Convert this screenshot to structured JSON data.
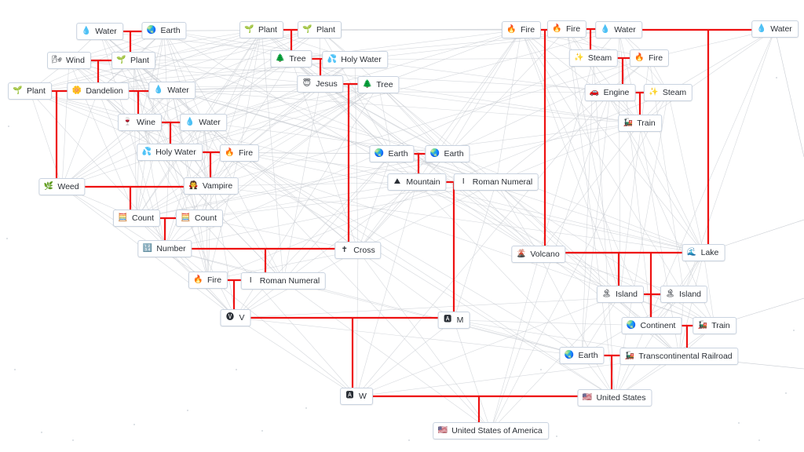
{
  "colors": {
    "background": "#ffffff",
    "connection_line": "#c8ccd2",
    "recipe_line": "#ee1111",
    "node_border": "#c9d3e0"
  },
  "nodes": [
    {
      "id": "water1",
      "label": "Water",
      "icon": "water-drop-icon",
      "glyph": "💧"
    },
    {
      "id": "earth1",
      "label": "Earth",
      "icon": "earth-globe-icon",
      "glyph": "🌏"
    },
    {
      "id": "plant1",
      "label": "Plant",
      "icon": "seedling-icon",
      "glyph": "🌱"
    },
    {
      "id": "plant2",
      "label": "Plant",
      "icon": "seedling-icon",
      "glyph": "🌱"
    },
    {
      "id": "wind",
      "label": "Wind",
      "icon": "wind-icon",
      "glyph": "🌬"
    },
    {
      "id": "plant3",
      "label": "Plant",
      "icon": "seedling-icon",
      "glyph": "🌱"
    },
    {
      "id": "tree1",
      "label": "Tree",
      "icon": "tree-icon",
      "glyph": "🌲"
    },
    {
      "id": "holywater1",
      "label": "Holy Water",
      "icon": "water-splash-icon",
      "glyph": "💦"
    },
    {
      "id": "plant4",
      "label": "Plant",
      "icon": "seedling-icon",
      "glyph": "🌱"
    },
    {
      "id": "dandelion",
      "label": "Dandelion",
      "icon": "flower-icon",
      "glyph": "🌼"
    },
    {
      "id": "water2",
      "label": "Water",
      "icon": "water-drop-icon",
      "glyph": "💧"
    },
    {
      "id": "jesus",
      "label": "Jesus",
      "icon": "halo-face-icon",
      "glyph": "😇"
    },
    {
      "id": "tree2",
      "label": "Tree",
      "icon": "tree-icon",
      "glyph": "🌲"
    },
    {
      "id": "wine",
      "label": "Wine",
      "icon": "wine-glass-icon",
      "glyph": "🍷"
    },
    {
      "id": "water3",
      "label": "Water",
      "icon": "water-drop-icon",
      "glyph": "💧"
    },
    {
      "id": "holywater2",
      "label": "Holy Water",
      "icon": "water-splash-icon",
      "glyph": "💦"
    },
    {
      "id": "fire1",
      "label": "Fire",
      "icon": "fire-icon",
      "glyph": "🔥"
    },
    {
      "id": "earth2",
      "label": "Earth",
      "icon": "earth-globe-icon",
      "glyph": "🌏"
    },
    {
      "id": "earth3",
      "label": "Earth",
      "icon": "earth-globe-icon",
      "glyph": "🌏"
    },
    {
      "id": "weed",
      "label": "Weed",
      "icon": "herb-icon",
      "glyph": "🌿"
    },
    {
      "id": "vampire",
      "label": "Vampire",
      "icon": "vampire-icon",
      "glyph": "🧛"
    },
    {
      "id": "mountain",
      "label": "Mountain",
      "icon": "mountain-icon",
      "glyph": "⛰"
    },
    {
      "id": "romannum1",
      "label": "Roman Numeral",
      "icon": "roman-numeral-icon",
      "glyph": "Ⅰ"
    },
    {
      "id": "count1",
      "label": "Count",
      "icon": "abacus-icon",
      "glyph": "🧮"
    },
    {
      "id": "count2",
      "label": "Count",
      "icon": "abacus-icon",
      "glyph": "🧮"
    },
    {
      "id": "number",
      "label": "Number",
      "icon": "numbers-keycap-icon",
      "glyph": "🔢"
    },
    {
      "id": "cross",
      "label": "Cross",
      "icon": "cross-icon",
      "glyph": "✝"
    },
    {
      "id": "fire2",
      "label": "Fire",
      "icon": "fire-icon",
      "glyph": "🔥"
    },
    {
      "id": "romannum2",
      "label": "Roman Numeral",
      "icon": "roman-numeral-icon",
      "glyph": "Ⅰ"
    },
    {
      "id": "v",
      "label": "V",
      "icon": "letter-v-icon",
      "glyph": "🅥"
    },
    {
      "id": "m",
      "label": "M",
      "icon": "letter-a-block-icon",
      "glyph": "🅰"
    },
    {
      "id": "w",
      "label": "W",
      "icon": "letter-a-block-icon",
      "glyph": "🅰"
    },
    {
      "id": "usa",
      "label": "United States of America",
      "icon": "us-flag-icon",
      "glyph": "🇺🇸"
    },
    {
      "id": "fire3",
      "label": "Fire",
      "icon": "fire-icon",
      "glyph": "🔥"
    },
    {
      "id": "fire4",
      "label": "Fire",
      "icon": "fire-icon",
      "glyph": "🔥"
    },
    {
      "id": "water4",
      "label": "Water",
      "icon": "water-drop-icon",
      "glyph": "💧"
    },
    {
      "id": "water5",
      "label": "Water",
      "icon": "water-drop-icon",
      "glyph": "💧"
    },
    {
      "id": "steam1",
      "label": "Steam",
      "icon": "steam-sparkle-icon",
      "glyph": "✨"
    },
    {
      "id": "fire5",
      "label": "Fire",
      "icon": "fire-icon",
      "glyph": "🔥"
    },
    {
      "id": "engine",
      "label": "Engine",
      "icon": "car-engine-icon",
      "glyph": "🚗"
    },
    {
      "id": "steam2",
      "label": "Steam",
      "icon": "steam-sparkle-icon",
      "glyph": "✨"
    },
    {
      "id": "train1",
      "label": "Train",
      "icon": "train-icon",
      "glyph": "🚂"
    },
    {
      "id": "volcano",
      "label": "Volcano",
      "icon": "volcano-icon",
      "glyph": "🌋"
    },
    {
      "id": "lake",
      "label": "Lake",
      "icon": "wave-icon",
      "glyph": "🌊"
    },
    {
      "id": "island1",
      "label": "Island",
      "icon": "palm-island-icon",
      "glyph": "🏝"
    },
    {
      "id": "island2",
      "label": "Island",
      "icon": "palm-island-icon",
      "glyph": "🏝"
    },
    {
      "id": "continent",
      "label": "Continent",
      "icon": "earth-globe-icon",
      "glyph": "🌏"
    },
    {
      "id": "train2",
      "label": "Train",
      "icon": "train-icon",
      "glyph": "🚂"
    },
    {
      "id": "earth4",
      "label": "Earth",
      "icon": "earth-globe-icon",
      "glyph": "🌏"
    },
    {
      "id": "tcrr",
      "label": "Transcontinental Railroad",
      "icon": "train-icon",
      "glyph": "🚂"
    },
    {
      "id": "us",
      "label": "United States",
      "icon": "us-flag-icon",
      "glyph": "🇺🇸"
    }
  ]
}
